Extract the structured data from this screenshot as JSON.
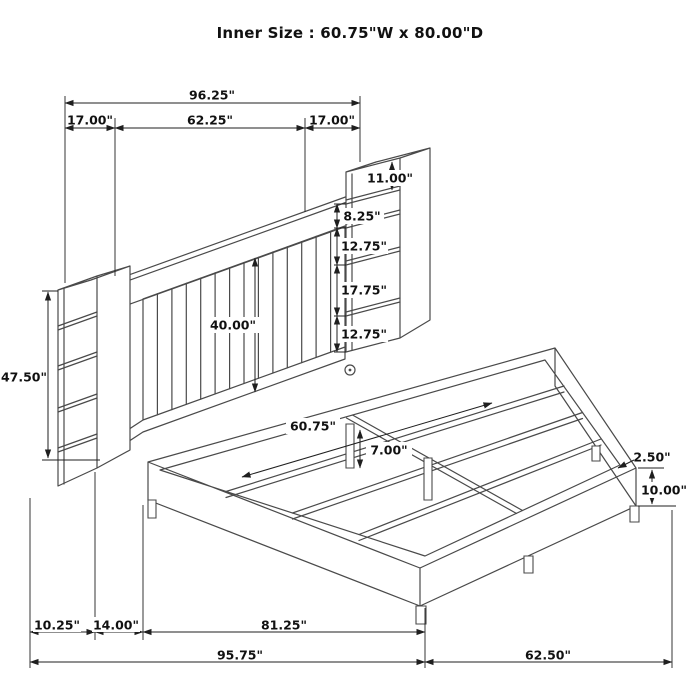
{
  "title": "Inner Size : 60.75\"W x 80.00\"D",
  "colors": {
    "line": "#4a4a4a",
    "dimension": "#1f1f1f",
    "text": "#111111",
    "background": "#ffffff"
  },
  "labels": {
    "overall_width": "96.25\"",
    "left_pier_width": "17.00\"",
    "headboard_width": "62.25\"",
    "right_pier_width": "17.00\"",
    "pier_top_opening": "11.00\"",
    "shelf_opening_1": "8.25\"",
    "shelf_opening_2": "12.75\"",
    "shelf_opening_3": "17.75\"",
    "shelf_opening_4": "12.75\"",
    "headboard_height": "40.00\"",
    "pier_height": "47.50\"",
    "inner_width": "60.75\"",
    "center_leg_height": "7.00\"",
    "rail_lip_height": "2.50\"",
    "rail_height": "10.00\"",
    "pier_depth": "10.25\"",
    "headboard_depth": "14.00\"",
    "slat_area_length": "81.25\"",
    "overall_depth": "95.75\"",
    "footboard_width": "62.50\""
  }
}
